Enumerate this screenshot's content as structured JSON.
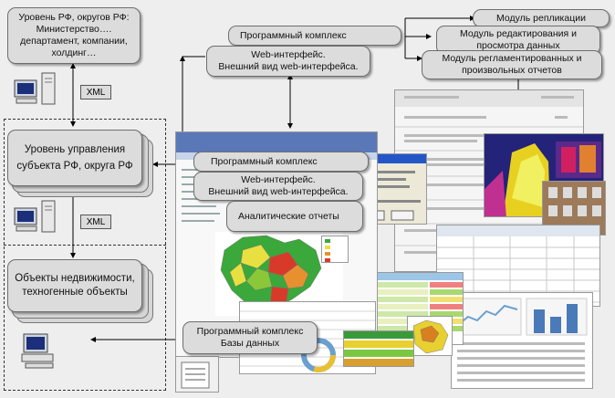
{
  "level_rf": "Уровень РФ, округов РФ:\nМинистерство….\nдепартамент, компании,\nхолдинг…",
  "xml_top": "XML",
  "level_subject_line1": "Уровень управления",
  "level_subject_line2": "субъекта РФ, округа  РФ",
  "xml_bottom": "XML",
  "objects_line1": "Объекты недвижимости,",
  "objects_line2": "техногенные объекты",
  "top_complex": "Программный комплекс",
  "top_web": "Web-интерфейс.\nВнешний вид web-интерфейса.",
  "module_replication": "Модуль репликации",
  "module_edit": "Модуль редактирования и\nпросмотра данных",
  "module_reports": "Модуль регламентированных и\nпроизвольных отчетов",
  "mid_complex": "Программный комплекс",
  "mid_web": "Web-интерфейс.\nВнешний вид web-интерфейса.",
  "mid_analytic": "Аналитические отчеты",
  "bottom_complex": "Программный комплекс\nБазы данных",
  "colors": {
    "box_fill": "#dcdcdc",
    "background": "#eeeeee",
    "arrow": "#000000",
    "map_green": "#3aa83a",
    "map_yellow": "#e8e040",
    "map_red": "#d83a2a"
  }
}
